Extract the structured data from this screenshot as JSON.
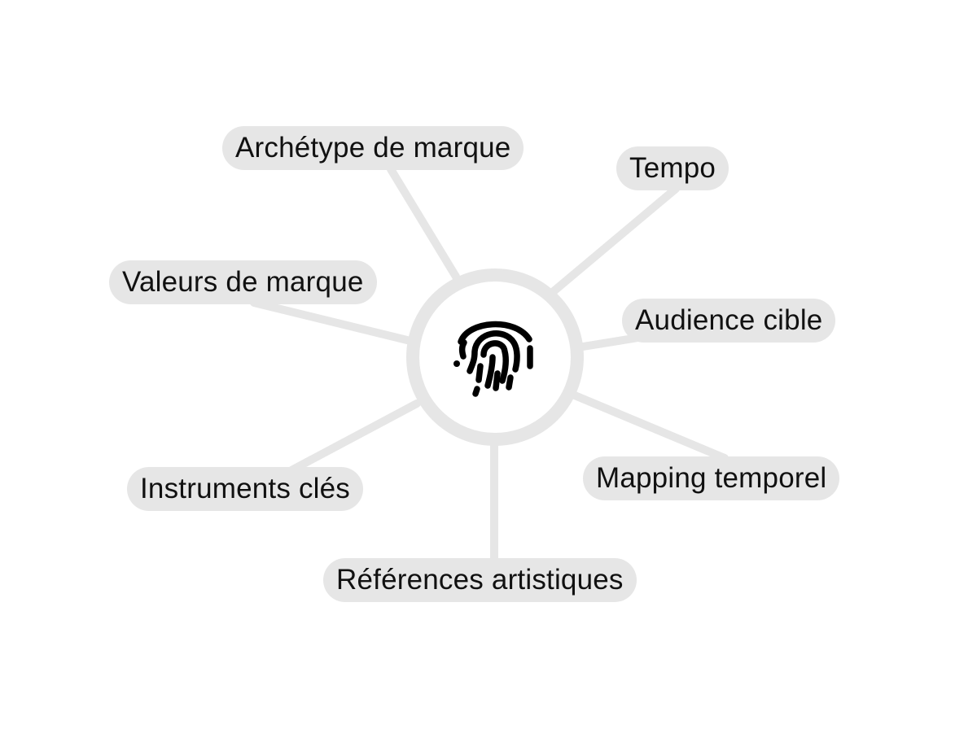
{
  "diagram": {
    "center_icon": "fingerprint-icon",
    "nodes": [
      {
        "id": "archetype",
        "label": "Archétype de marque"
      },
      {
        "id": "tempo",
        "label": "Tempo"
      },
      {
        "id": "valeurs",
        "label": "Valeurs de marque"
      },
      {
        "id": "audience",
        "label": "Audience cible"
      },
      {
        "id": "instruments",
        "label": "Instruments clés"
      },
      {
        "id": "mapping",
        "label": "Mapping temporel"
      },
      {
        "id": "references",
        "label": "Références artistiques"
      }
    ]
  },
  "colors": {
    "connector": "#e6e6e6",
    "pill": "#e6e6e6",
    "text": "#111111",
    "icon": "#000000"
  }
}
